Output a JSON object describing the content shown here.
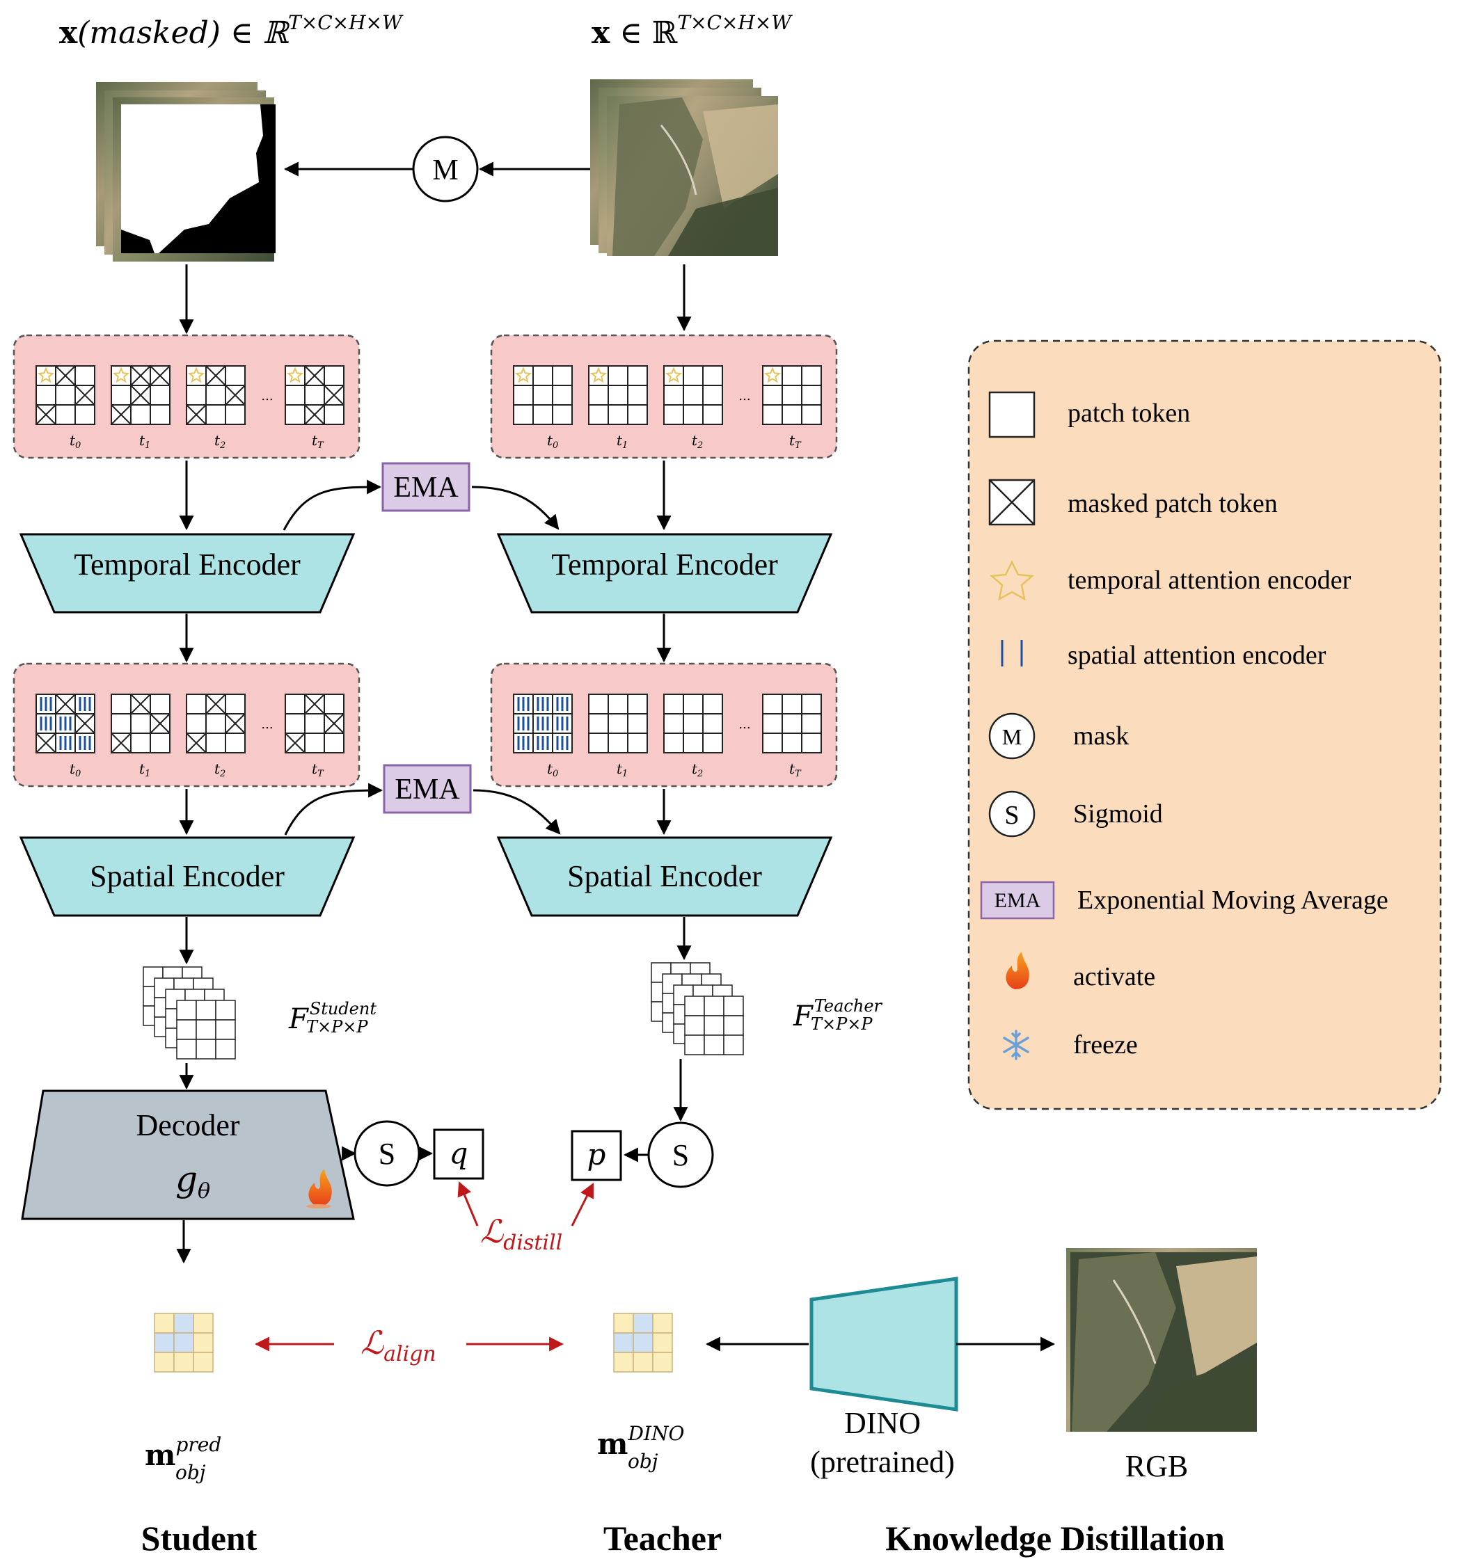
{
  "inputs": {
    "masked_label_bold": "x",
    "masked_label_rest": "(masked) ∈ ℝ",
    "masked_label_sup": "T×C×H×W",
    "full_label_bold": "x",
    "full_label_rest": " ∈ ℝ",
    "full_label_sup": "T×C×H×W",
    "mask_symbol": "M"
  },
  "time_labels": {
    "t0": "t",
    "t0_sub": "0",
    "t1": "t",
    "t1_sub": "1",
    "t2": "t",
    "t2_sub": "2",
    "tT": "t",
    "tT_sub": "T",
    "ellipsis": "..."
  },
  "ema_label": "EMA",
  "encoders": {
    "temporal": "Temporal Encoder",
    "spatial": "Spatial Encoder"
  },
  "features": {
    "student_base": "F",
    "student_sup": "Student",
    "student_sub": "T×P×P",
    "teacher_base": "F",
    "teacher_sup": "Teacher",
    "teacher_sub": "T×P×P"
  },
  "decoder": {
    "title": "Decoder",
    "symbol": "g",
    "symbol_sub": "θ"
  },
  "sigmoid_symbol": "S",
  "q_label": "q",
  "p_label": "p",
  "losses": {
    "distill_base": "ℒ",
    "distill_sub": "distill",
    "align_base": "ℒ",
    "align_sub": "align"
  },
  "outputs": {
    "pred_base": "m",
    "pred_sup": "pred",
    "pred_sub": "obj",
    "dino_base": "m",
    "dino_sup": "DINO",
    "dino_sub": "obj"
  },
  "dino": {
    "line1": "DINO",
    "line2": "(pretrained)"
  },
  "rgb_label": "RGB",
  "section_titles": {
    "student": "Student",
    "teacher": "Teacher",
    "kd": "Knowledge Distillation"
  },
  "legend": {
    "items": [
      {
        "icon": "patch-token-icon",
        "label": "patch token"
      },
      {
        "icon": "masked-patch-token-icon",
        "label": "masked patch token"
      },
      {
        "icon": "star-icon",
        "label": "temporal attention encoder"
      },
      {
        "icon": "spatial-bars-icon",
        "label": "spatial attention encoder"
      },
      {
        "icon": "mask-circle-icon",
        "symbol": "M",
        "label": "mask"
      },
      {
        "icon": "sigmoid-circle-icon",
        "symbol": "S",
        "label": "Sigmoid"
      },
      {
        "icon": "ema-box-icon",
        "symbol": "EMA",
        "label": "Exponential Moving Average"
      },
      {
        "icon": "fire-icon",
        "label": "activate"
      },
      {
        "icon": "snowflake-icon",
        "label": "freeze"
      }
    ]
  },
  "colors": {
    "token_panel": "#f8c9c9",
    "encoder": "#aee3e6",
    "decoder": "#b9c3cc",
    "ema": "#dccbe6",
    "ema_border": "#8a64a8",
    "legend_bg": "#fbdcbc",
    "loss_red": "#c0171b",
    "star": "#e6c25a",
    "spatial_bar": "#1b4fa0",
    "dino_fill": "#aee3e6",
    "dino_stroke": "#1d8b93"
  }
}
